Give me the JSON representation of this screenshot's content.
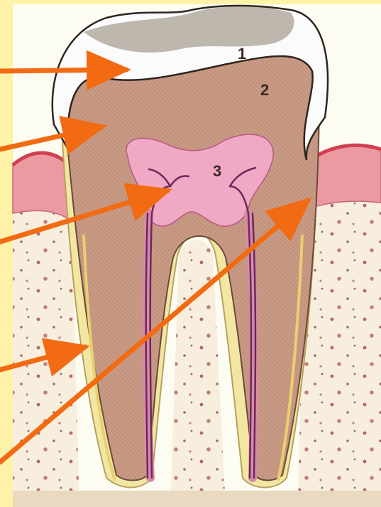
{
  "colors": {
    "page_background": "#fdf2a8",
    "arrow": "#f26a12",
    "enamel": "#fbfbfb",
    "dentin": "#c99a84",
    "pulp": "#f1a8c4",
    "cementum": "#f1e7a3",
    "gum": "#ea9aa0",
    "bone": "#f7eedd",
    "vessels": "#6a2a5a"
  },
  "labels": {
    "enamel_number": "1",
    "dentin_number": "2",
    "pulp_number": "3"
  },
  "pointers": [
    {
      "target": "enamel"
    },
    {
      "target": "dentin"
    },
    {
      "target": "pulp"
    },
    {
      "target": "cementum"
    },
    {
      "target": "periodontium"
    }
  ]
}
